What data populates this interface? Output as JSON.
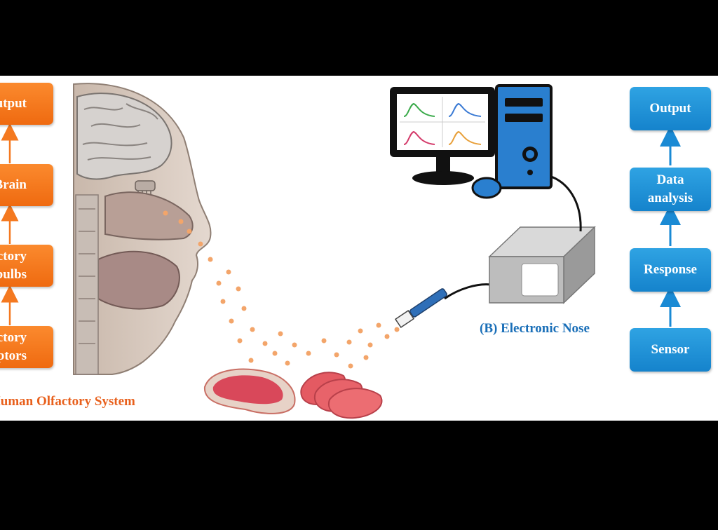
{
  "human_system": {
    "caption": "Human Olfactory System",
    "steps": [
      "Output",
      "Brain",
      "Olfactory\nbulbs",
      "Olfactory\nreceptors"
    ]
  },
  "electronic_nose": {
    "caption": "(B) Electronic Nose",
    "steps": [
      "Output",
      "Data\nanalysis",
      "Response",
      "Sensor"
    ]
  },
  "colors": {
    "orange": "#f47920",
    "blue": "#1a8ad4",
    "caption_orange": "#e8601c",
    "caption_blue": "#1a6fb8"
  }
}
